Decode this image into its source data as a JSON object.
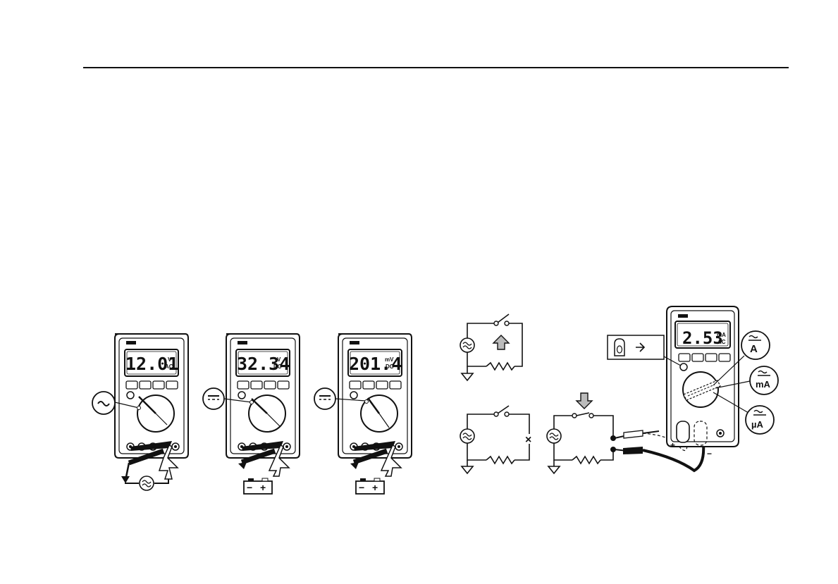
{
  "meters": [
    {
      "reading": "12.01",
      "unit_top": "V",
      "unit_bot": "AC"
    },
    {
      "reading": "32.34",
      "unit_top": "V",
      "unit_bot": "DC"
    },
    {
      "reading": "201.4",
      "unit_top": "mV",
      "unit_bot": "DC"
    }
  ],
  "current_meter": {
    "reading": "2.53",
    "unit_top": "mA",
    "unit_bot": "AC"
  },
  "callouts": {
    "amps": "A",
    "milliamps": "mA",
    "microamps": "µA"
  },
  "battery": {
    "minus": "−",
    "plus": "+"
  },
  "terminals": {
    "plus": "+",
    "minus": "−"
  },
  "circuit_marks": {
    "break": "×"
  }
}
